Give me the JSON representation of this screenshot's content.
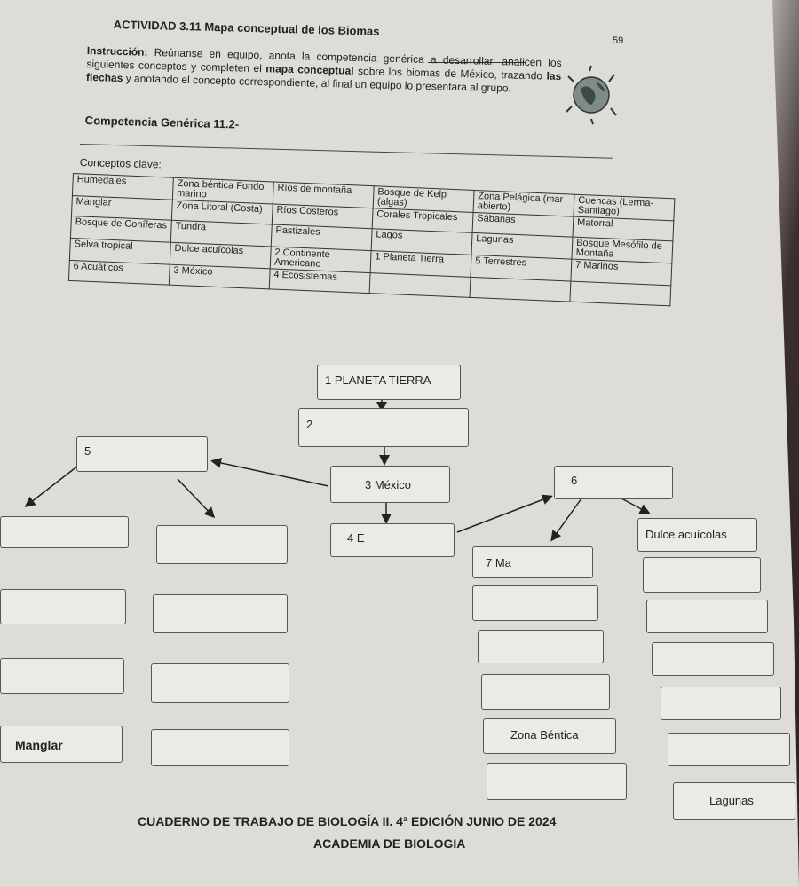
{
  "header": {
    "page_number": "59",
    "title": "ACTIVIDAD 3.11 Mapa conceptual de los Biomas",
    "instruction_label": "Instrucción:",
    "instruction_text_1": " Reúnanse en equipo, anota la competencia genérica a desarrollar, analicen los siguientes conceptos y completen el ",
    "instruction_bold_1": "mapa conceptual",
    "instruction_text_2": " sobre los biomas de México, trazando ",
    "instruction_bold_2": "las flechas",
    "instruction_text_3": " y anotando el concepto correspondiente, al final un equipo lo presentara al grupo.",
    "competencia": "Competencia Genérica 11.2-",
    "conceptos_label": "Conceptos clave:"
  },
  "concept_table": {
    "rows": [
      [
        "Humedales",
        "Zona béntica Fondo marino",
        "Ríos de montaña",
        "Bosque de Kelp (algas)",
        "Zona Pelágica (mar abierto)",
        "Cuencas (Lerma-Santiago)"
      ],
      [
        "Manglar",
        "Zona Litoral (Costa)",
        "Ríos Costeros",
        "Corales Tropicales",
        "Sábanas",
        "Matorral"
      ],
      [
        "Bosque de Coníferas",
        "Tundra",
        "Pastizales",
        "Lagos",
        "Lagunas",
        "Bosque Mesófilo de Montaña"
      ],
      [
        "Selva tropical",
        "Dulce acuícolas",
        "2 Continente Americano",
        "1 Planeta Tierra",
        "5 Terrestres",
        "7 Marinos"
      ],
      [
        "6 Acuáticos",
        "3 México",
        "4 Ecosistemas",
        "",
        "",
        ""
      ]
    ]
  },
  "concept_map": {
    "node_1": "1 PLANETA TIERRA",
    "node_2": "2",
    "node_3": "3 México",
    "node_4": "4 E",
    "node_5": "5",
    "node_6": "6",
    "node_7": "7 Ma",
    "dulce": "Dulce acuícolas",
    "manglar": "Manglar",
    "zona_bentica": "Zona Béntica",
    "lagunas": "Lagunas"
  },
  "footer": {
    "line1": "CUADERNO DE TRABAJO DE BIOLOGÍA II. 4ª EDICIÓN JUNIO DE 2024",
    "line2": "ACADEMIA DE BIOLOGIA"
  },
  "colors": {
    "paper": "#dedcd7",
    "box_fill": "#ebeae6",
    "ink": "#222222"
  }
}
